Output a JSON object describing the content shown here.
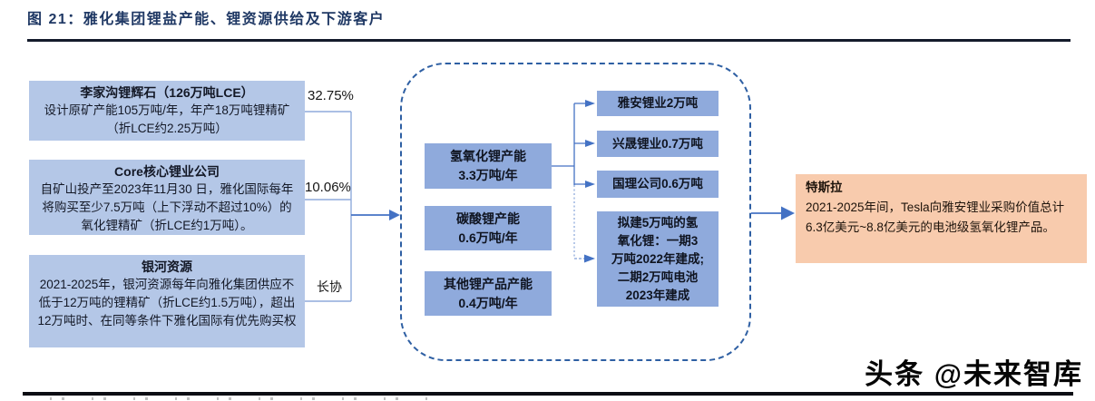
{
  "figure": {
    "title": "图 21：雅化集团锂盐产能、锂资源供给及下游客户"
  },
  "colors": {
    "title_navy": "#1f3864",
    "box_light_blue": "#b4c7e7",
    "box_blue": "#8faadc",
    "box_orange": "#f8cbad",
    "connector_blue": "#4472c4",
    "bracket_light_blue": "#8faadc",
    "dashed_border_blue": "#2e5fa3"
  },
  "suppliers": [
    {
      "title": "李家沟锂辉石（126万吨LCE）",
      "body": "设计原矿产能105万吨/年，年产18万吨锂精矿（折LCE约2.25万吨）",
      "tag": "32.75%"
    },
    {
      "title": "Core核心锂业公司",
      "body": "自矿山投产至2023年11月30 日，雅化国际每年将购买至少7.5万吨（上下浮动不超过10%）的氧化锂精矿（折LCE约1万吨）。",
      "tag": "10.06%"
    },
    {
      "title": "银河资源",
      "body": "2021-2025年，银河资源每年向雅化集团供应不低于12万吨的锂精矿（折LCE约1.5万吨），超出12万吨时、在同等条件下雅化国际有优先购买权",
      "tag": "长协"
    }
  ],
  "capacities": [
    {
      "line1": "氢氧化锂产能",
      "line2": "3.3万吨/年"
    },
    {
      "line1": "碳酸锂产能",
      "line2": "0.6万吨/年"
    },
    {
      "line1": "其他锂产品产能",
      "line2": "0.4万吨/年"
    }
  ],
  "subsidiaries": [
    {
      "label": "雅安锂业2万吨"
    },
    {
      "label": "兴晟锂业0.7万吨"
    },
    {
      "label": "国理公司0.6万吨"
    },
    {
      "lines": [
        "拟建5万吨的氢",
        "氧化锂：一期3",
        "万吨2022年建成;",
        "二期2万吨电池",
        "2023年建成"
      ]
    }
  ],
  "customer": {
    "title": "特斯拉",
    "body": "2021-2025年间，Tesla向雅安锂业采购价值总计6.3亿美元~8.8亿美元的电池级氢氧化锂产品。"
  },
  "watermark": {
    "text": "头条 @未来智库"
  }
}
